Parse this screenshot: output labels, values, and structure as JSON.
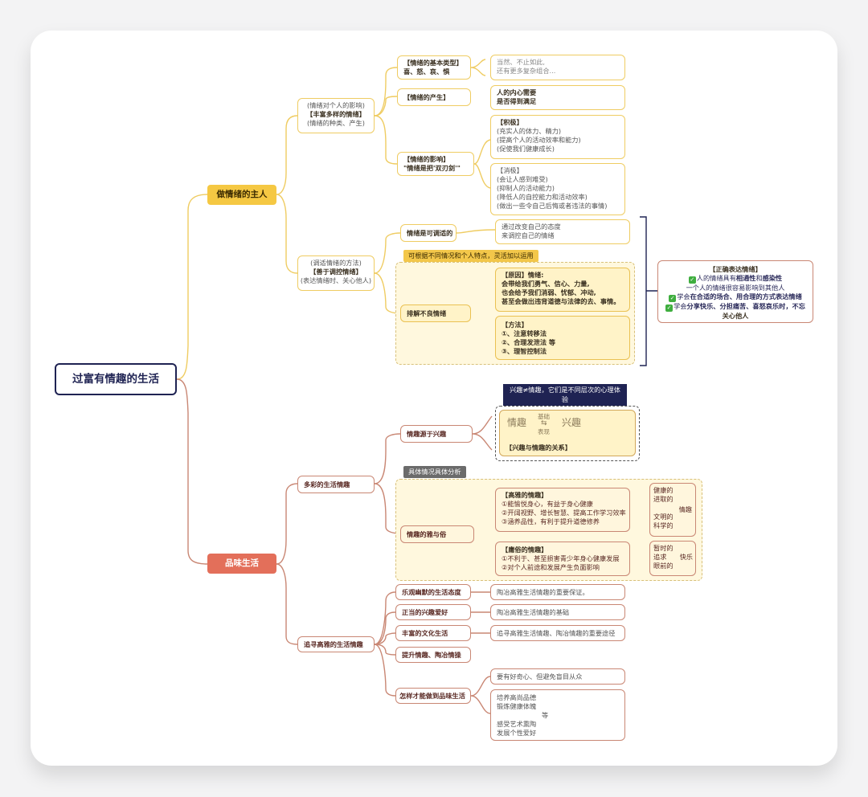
{
  "root": {
    "title": "过富有情趣的生活"
  },
  "branch1": {
    "title": "做情绪的主人",
    "sub1": {
      "l1": "(情绪对个人的影响)",
      "l2": "【丰富多样的情绪】",
      "l3": "(情绪的种类、产生)",
      "types": {
        "l1": "【情绪的基本类型】",
        "l2": "喜、怒、哀、惧",
        "d1": "当然、不止如此,",
        "d2": "还有更多复杂组合..."
      },
      "origin": {
        "l1": "【情绪的产生】",
        "d1": "人的内心需要",
        "d2": "是否得到满足"
      },
      "effect": {
        "l1": "【情绪的影响】",
        "l2": "\"情绪是把'双刃剑'\"",
        "pos": {
          "t": "【积极】",
          "a": "(充实人的体力、精力)",
          "b": "(提高个人的活动效率和能力)",
          "c": "(促使我们健康成长)"
        },
        "neg": {
          "t": "【消极】",
          "a": "(会让人感到难受)",
          "b": "(抑制人的活动能力)",
          "c": "(降低人的自控能力和活动效率)",
          "d": "(做出一些令自己后悔或者违法的事情)"
        }
      }
    },
    "sub2": {
      "l1": "(调适情绪的方法)",
      "l2": "【善于调控情绪】",
      "l3": "(表达情绪时、关心他人)",
      "adj": {
        "l1": "情绪是可调适的",
        "d1": "通过改变自己的态度",
        "d2": "来调控自己的情绪"
      },
      "tip": "可根据不同情况和个人特点，灵活加以运用",
      "relief": {
        "l1": "排解不良情绪",
        "cause": {
          "t": "【原因】情绪:",
          "a": "会带给我们勇气、信心、力量,",
          "b": "也会给予我们消弱、忧郁、冲动,",
          "c": "甚至会做出违背道德与法律的去、事情。"
        },
        "method": {
          "t": "【方法】",
          "a": "①、注意转移法",
          "b": "②、合理发泄法     等",
          "c": "③、理智控制法"
        }
      },
      "express": {
        "t": "【正确表达情绪】",
        "a1": "人的情绪具有",
        "a2": "相通性",
        "a3": "和",
        "a4": "感染性",
        "b": "一个人的情绪很容易影响到其他人",
        "c1": "学会",
        "c2": "在合适的场合、用合理的方式表达情绪",
        "d1": "学会",
        "d2": "分享快乐、分担痛苦、喜怒哀乐时，不忘",
        "e": "关心他人"
      }
    }
  },
  "branch2": {
    "title": "品味生活",
    "sub1": {
      "l1": "多彩的生活情趣",
      "src": {
        "l1": "情趣源于兴趣",
        "note": "兴趣≠情趣，它们是不同层次的心理体验",
        "w1": "情趣",
        "w2": "兴趣",
        "top": "基础",
        "bot": "表现",
        "cap": "【兴趣与情趣的关系】"
      },
      "tag": "具体情况具体分析",
      "ya": {
        "l1": "情趣的雅与俗",
        "el": {
          "t": "【高雅的情趣】",
          "a": "①能愉悦身心，有益于身心健康",
          "b": "②开阔视野、增长智慧、提高工作学习效率",
          "c": "③涵养品性，有利于提升道德修养"
        },
        "elr": {
          "a": "健康的",
          "b": "进取的",
          "c": "文明的",
          "d": "科学的",
          "e": "情趣"
        },
        "vu": {
          "t": "【庸俗的情趣】",
          "a": "①不利于、甚至损害青少年身心健康发展",
          "b": "②对个人前途和发展产生负面影响"
        },
        "vur": {
          "a": "暂时的",
          "b": "追求",
          "c": "眼前的",
          "d": "快乐"
        }
      }
    },
    "sub2": {
      "l1": "追寻高雅的生活情趣",
      "items": [
        {
          "l": "乐观幽默的生活态度",
          "d": "陶冶高雅生活情趣的重要保证。"
        },
        {
          "l": "正当的兴趣爱好",
          "d": "陶冶高雅生活情趣的基础"
        },
        {
          "l": "丰富的文化生活",
          "d": "追寻高雅生活情趣、陶冶情趣的重要途径"
        },
        {
          "l": "提升情趣、陶冶情操",
          "d": ""
        }
      ],
      "how": {
        "l": "怎样才能做到品味生活",
        "d1": "要有好奇心、但避免盲目从众",
        "a": "培养高尚品德",
        "b": "锻炼健康体魄",
        "c": "等",
        "e": "感受艺术熏陶",
        "f": "发展个性爱好"
      }
    }
  },
  "colors": {
    "navy": "#1f2353",
    "gold": "#f5c843",
    "salmon": "#e36f5a",
    "yellowLine": "#efcc62",
    "redLine": "#c98774"
  }
}
